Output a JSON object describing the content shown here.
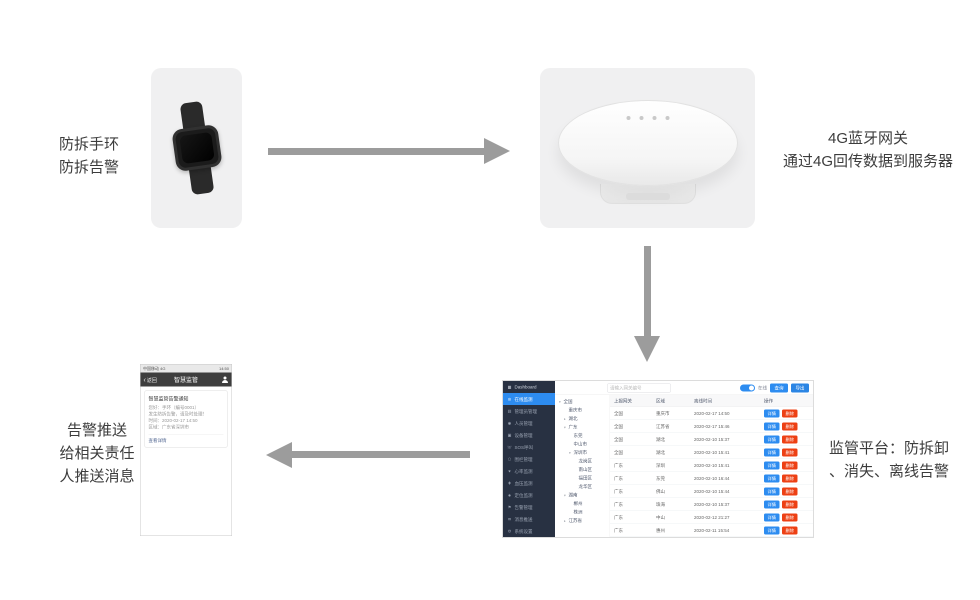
{
  "colors": {
    "accent": "#2d8cf0",
    "accent-dark": "#2b85e4",
    "danger": "#ed4014",
    "arrow": "#9c9c9c",
    "card": "#f0f0f1",
    "sidebar": "#283142",
    "phone-nav": "#3e3e3e"
  },
  "flow": {
    "bracelet_caption": [
      "防拆手环",
      "防拆告警"
    ],
    "gateway_caption": [
      "4G蓝牙网关",
      "通过4G回传数据到服务器"
    ],
    "platform_caption": [
      "监管平台：防拆卸",
      "、消失、离线告警"
    ],
    "push_caption": [
      "告警推送",
      "给相关责任",
      "人推送消息"
    ]
  },
  "phone": {
    "status_left": "中国移动 4G",
    "status_right": "14:50",
    "nav_back": "返回",
    "nav_title": "智慧监管",
    "message": {
      "title": "智慧监管告警通知",
      "lines": [
        "您好：手环（编号0001）",
        "发生防拆告警，请及时处理！",
        "时间：2020-02-17 14:50",
        "区域：广东省深圳市"
      ],
      "footer": "查看详情"
    }
  },
  "dashboard": {
    "sidebar": [
      {
        "icon": "▦",
        "label": "Dashboard",
        "active": false
      },
      {
        "icon": "◎",
        "label": "在线监测",
        "active": true
      },
      {
        "icon": "▤",
        "label": "管理员管理",
        "active": false
      },
      {
        "icon": "◉",
        "label": "人员管理",
        "active": false
      },
      {
        "icon": "▣",
        "label": "设备管理",
        "active": false
      },
      {
        "icon": "☏",
        "label": "SOS呼叫",
        "active": false
      },
      {
        "icon": "⬡",
        "label": "围栏管理",
        "active": false
      },
      {
        "icon": "♥",
        "label": "心率监测",
        "active": false
      },
      {
        "icon": "✚",
        "label": "血压监测",
        "active": false
      },
      {
        "icon": "◈",
        "label": "定位监测",
        "active": false
      },
      {
        "icon": "⚑",
        "label": "告警管理",
        "active": false
      },
      {
        "icon": "✉",
        "label": "消息推送",
        "active": false
      },
      {
        "icon": "⚙",
        "label": "系统设置",
        "active": false
      }
    ],
    "toolbar": {
      "search_placeholder": "请输入网关编号",
      "toggle_label": "在线",
      "query_label": "查询",
      "export_label": "导出"
    },
    "tree": [
      {
        "caret": "▾",
        "label": "全国",
        "depth": 0
      },
      {
        "caret": "",
        "label": "重庆市",
        "depth": 1
      },
      {
        "caret": "▸",
        "label": "湖北",
        "depth": 1
      },
      {
        "caret": "▾",
        "label": "广东",
        "depth": 1
      },
      {
        "caret": "",
        "label": "东莞",
        "depth": 2
      },
      {
        "caret": "",
        "label": "中山市",
        "depth": 2
      },
      {
        "caret": "▾",
        "label": "深圳市",
        "depth": 2
      },
      {
        "caret": "",
        "label": "龙岗区",
        "depth": 3
      },
      {
        "caret": "",
        "label": "南山区",
        "depth": 3
      },
      {
        "caret": "",
        "label": "福田区",
        "depth": 3
      },
      {
        "caret": "",
        "label": "龙华区",
        "depth": 3
      },
      {
        "caret": "▾",
        "label": "湖南",
        "depth": 1
      },
      {
        "caret": "",
        "label": "郴州",
        "depth": 2
      },
      {
        "caret": "",
        "label": "株洲",
        "depth": 2
      },
      {
        "caret": "▸",
        "label": "江苏省",
        "depth": 1
      }
    ],
    "table": {
      "headers": [
        "上报网关",
        "区域",
        "离线时间",
        "操作"
      ],
      "detail_label": "详情",
      "delete_label": "删除",
      "rows": [
        {
          "gateway": "全国",
          "region": "重庆市",
          "time": "2020-02-17 14:50"
        },
        {
          "gateway": "全国",
          "region": "江苏省",
          "time": "2020-02-17 15:46"
        },
        {
          "gateway": "全国",
          "region": "湖北",
          "time": "2020-02-10 15:37"
        },
        {
          "gateway": "全国",
          "region": "湖北",
          "time": "2020-02-10 15:41"
        },
        {
          "gateway": "广东",
          "region": "深圳",
          "time": "2020-02-10 15:41"
        },
        {
          "gateway": "广东",
          "region": "东莞",
          "time": "2020-02-10 16:44"
        },
        {
          "gateway": "广东",
          "region": "佛山",
          "time": "2020-02-10 15:44"
        },
        {
          "gateway": "广东",
          "region": "珠海",
          "time": "2020-02-10 15:37"
        },
        {
          "gateway": "广东",
          "region": "中山",
          "time": "2020-02-12 21:27"
        },
        {
          "gateway": "广东",
          "region": "惠州",
          "time": "2020-02-11 15:54"
        }
      ]
    }
  }
}
